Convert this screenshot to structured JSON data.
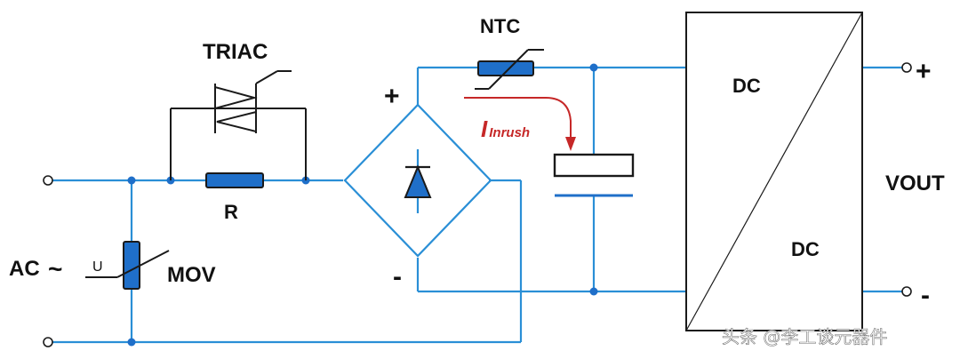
{
  "circuit": {
    "labels": {
      "triac": "TRIAC",
      "ntc": "NTC",
      "r": "R",
      "mov": "MOV",
      "u": "U",
      "ac": "AC",
      "ac_symbol": "~",
      "plus": "+",
      "minus": "-",
      "dc_in": "DC",
      "dc_out": "DC",
      "vout": "VOUT",
      "out_plus": "+",
      "out_minus": "-"
    },
    "inrush": {
      "letter": "I",
      "subscript": "Inrush",
      "color": "#c62828"
    },
    "colors": {
      "wire": "#2a8fd6",
      "component_fill": "#1f6fc9",
      "outline": "#1a1a1a"
    }
  },
  "watermark": "头条 @李工谈元器件"
}
